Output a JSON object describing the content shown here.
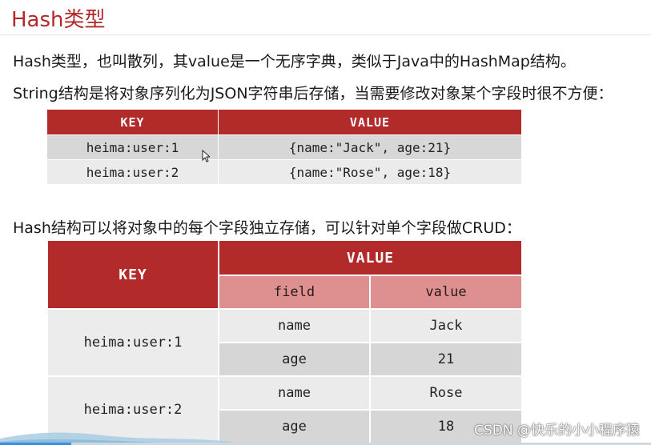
{
  "slide": {
    "title": "Hash类型",
    "paragraph1": "Hash类型，也叫散列，其value是一个无序字典，类似于Java中的HashMap结构。",
    "paragraph2": "String结构是将对象序列化为JSON字符串后存储，当需要修改对象某个字段时很不方便：",
    "paragraph3": "Hash结构可以将对象中的每个字段独立存储，可以针对单个字段做CRUD："
  },
  "string_table": {
    "headers": [
      "KEY",
      "VALUE"
    ],
    "rows": [
      [
        "heima:user:1",
        "{name:\"Jack\", age:21}"
      ],
      [
        "heima:user:2",
        "{name:\"Rose\", age:18}"
      ]
    ]
  },
  "hash_table": {
    "key_header": "KEY",
    "value_header": "VALUE",
    "sub_headers": [
      "field",
      "value"
    ],
    "groups": [
      {
        "key": "heima:user:1",
        "rows": [
          [
            "name",
            "Jack"
          ],
          [
            "age",
            "21"
          ]
        ]
      },
      {
        "key": "heima:user:2",
        "rows": [
          [
            "name",
            "Rose"
          ],
          [
            "age",
            "18"
          ]
        ]
      }
    ]
  },
  "colors": {
    "accent": "#b22a2a",
    "sub_header": "#de9090",
    "row_dark": "#d6d6d6",
    "row_light": "#ebebeb"
  },
  "video": {
    "watermark": "CSDN @快乐的小小程序猿",
    "progress_fraction": 0.11
  }
}
